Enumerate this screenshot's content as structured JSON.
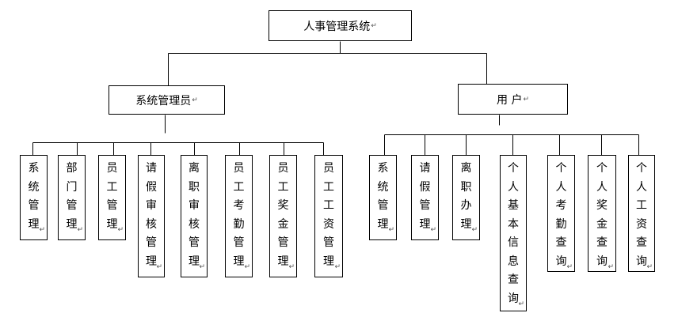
{
  "root": {
    "label": "人事管理系统"
  },
  "branches": [
    {
      "label": "系统管理员",
      "children": [
        "系统管理",
        "部门管理",
        "员工管理",
        "请假审核管理",
        "离职审核管理",
        "员工考勤管理",
        "员工奖金管理",
        "员工工资管理"
      ]
    },
    {
      "label": "用 户",
      "children": [
        "系统管理",
        "请假管理",
        "离职办理",
        "个人基本信息查询",
        "个人考勤查询",
        "个人奖金查询",
        "个人工资查询"
      ]
    }
  ],
  "paragraph_mark": "↵"
}
